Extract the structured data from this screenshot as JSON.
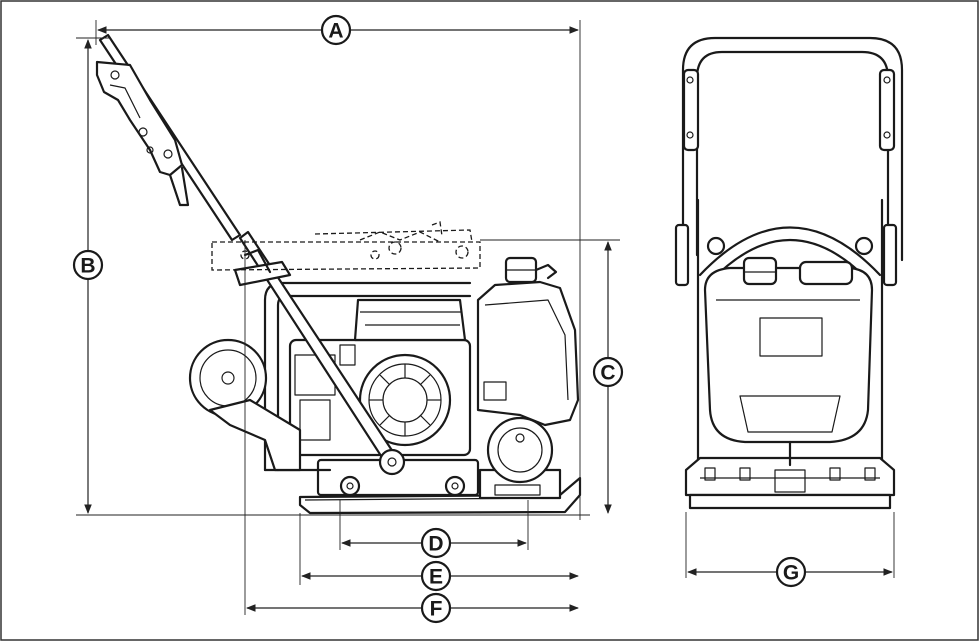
{
  "dimension_labels": {
    "a": "A",
    "b": "B",
    "c": "C",
    "d": "D",
    "e": "E",
    "f": "F",
    "g": "G"
  }
}
